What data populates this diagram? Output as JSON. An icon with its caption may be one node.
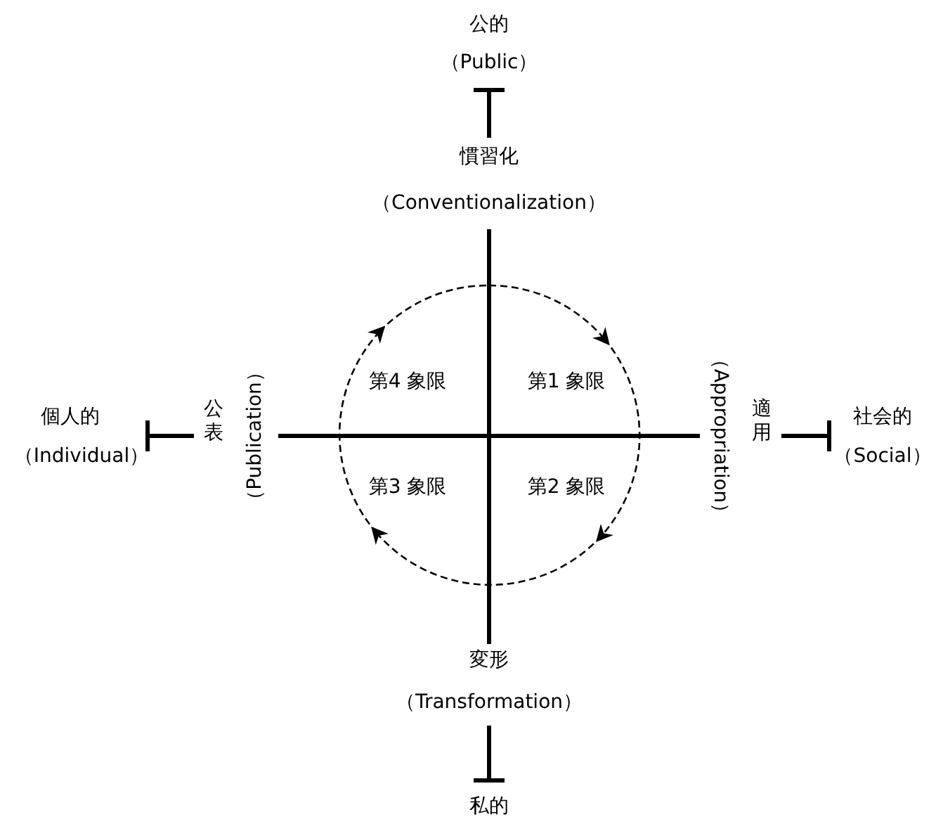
{
  "diagram": {
    "labels": [
      "公的",
      "（Public）",
      "慣習化",
      "（Conventionalization）",
      "第4 象限",
      "第1 象限",
      "個人的",
      "（Individual）",
      "公表",
      "（Publication）",
      "（Appropriation）",
      "適用",
      "社会的",
      "（Social）",
      "第3 象限",
      "第2 象限",
      "変形",
      "（Transformation）",
      "私的"
    ]
  }
}
